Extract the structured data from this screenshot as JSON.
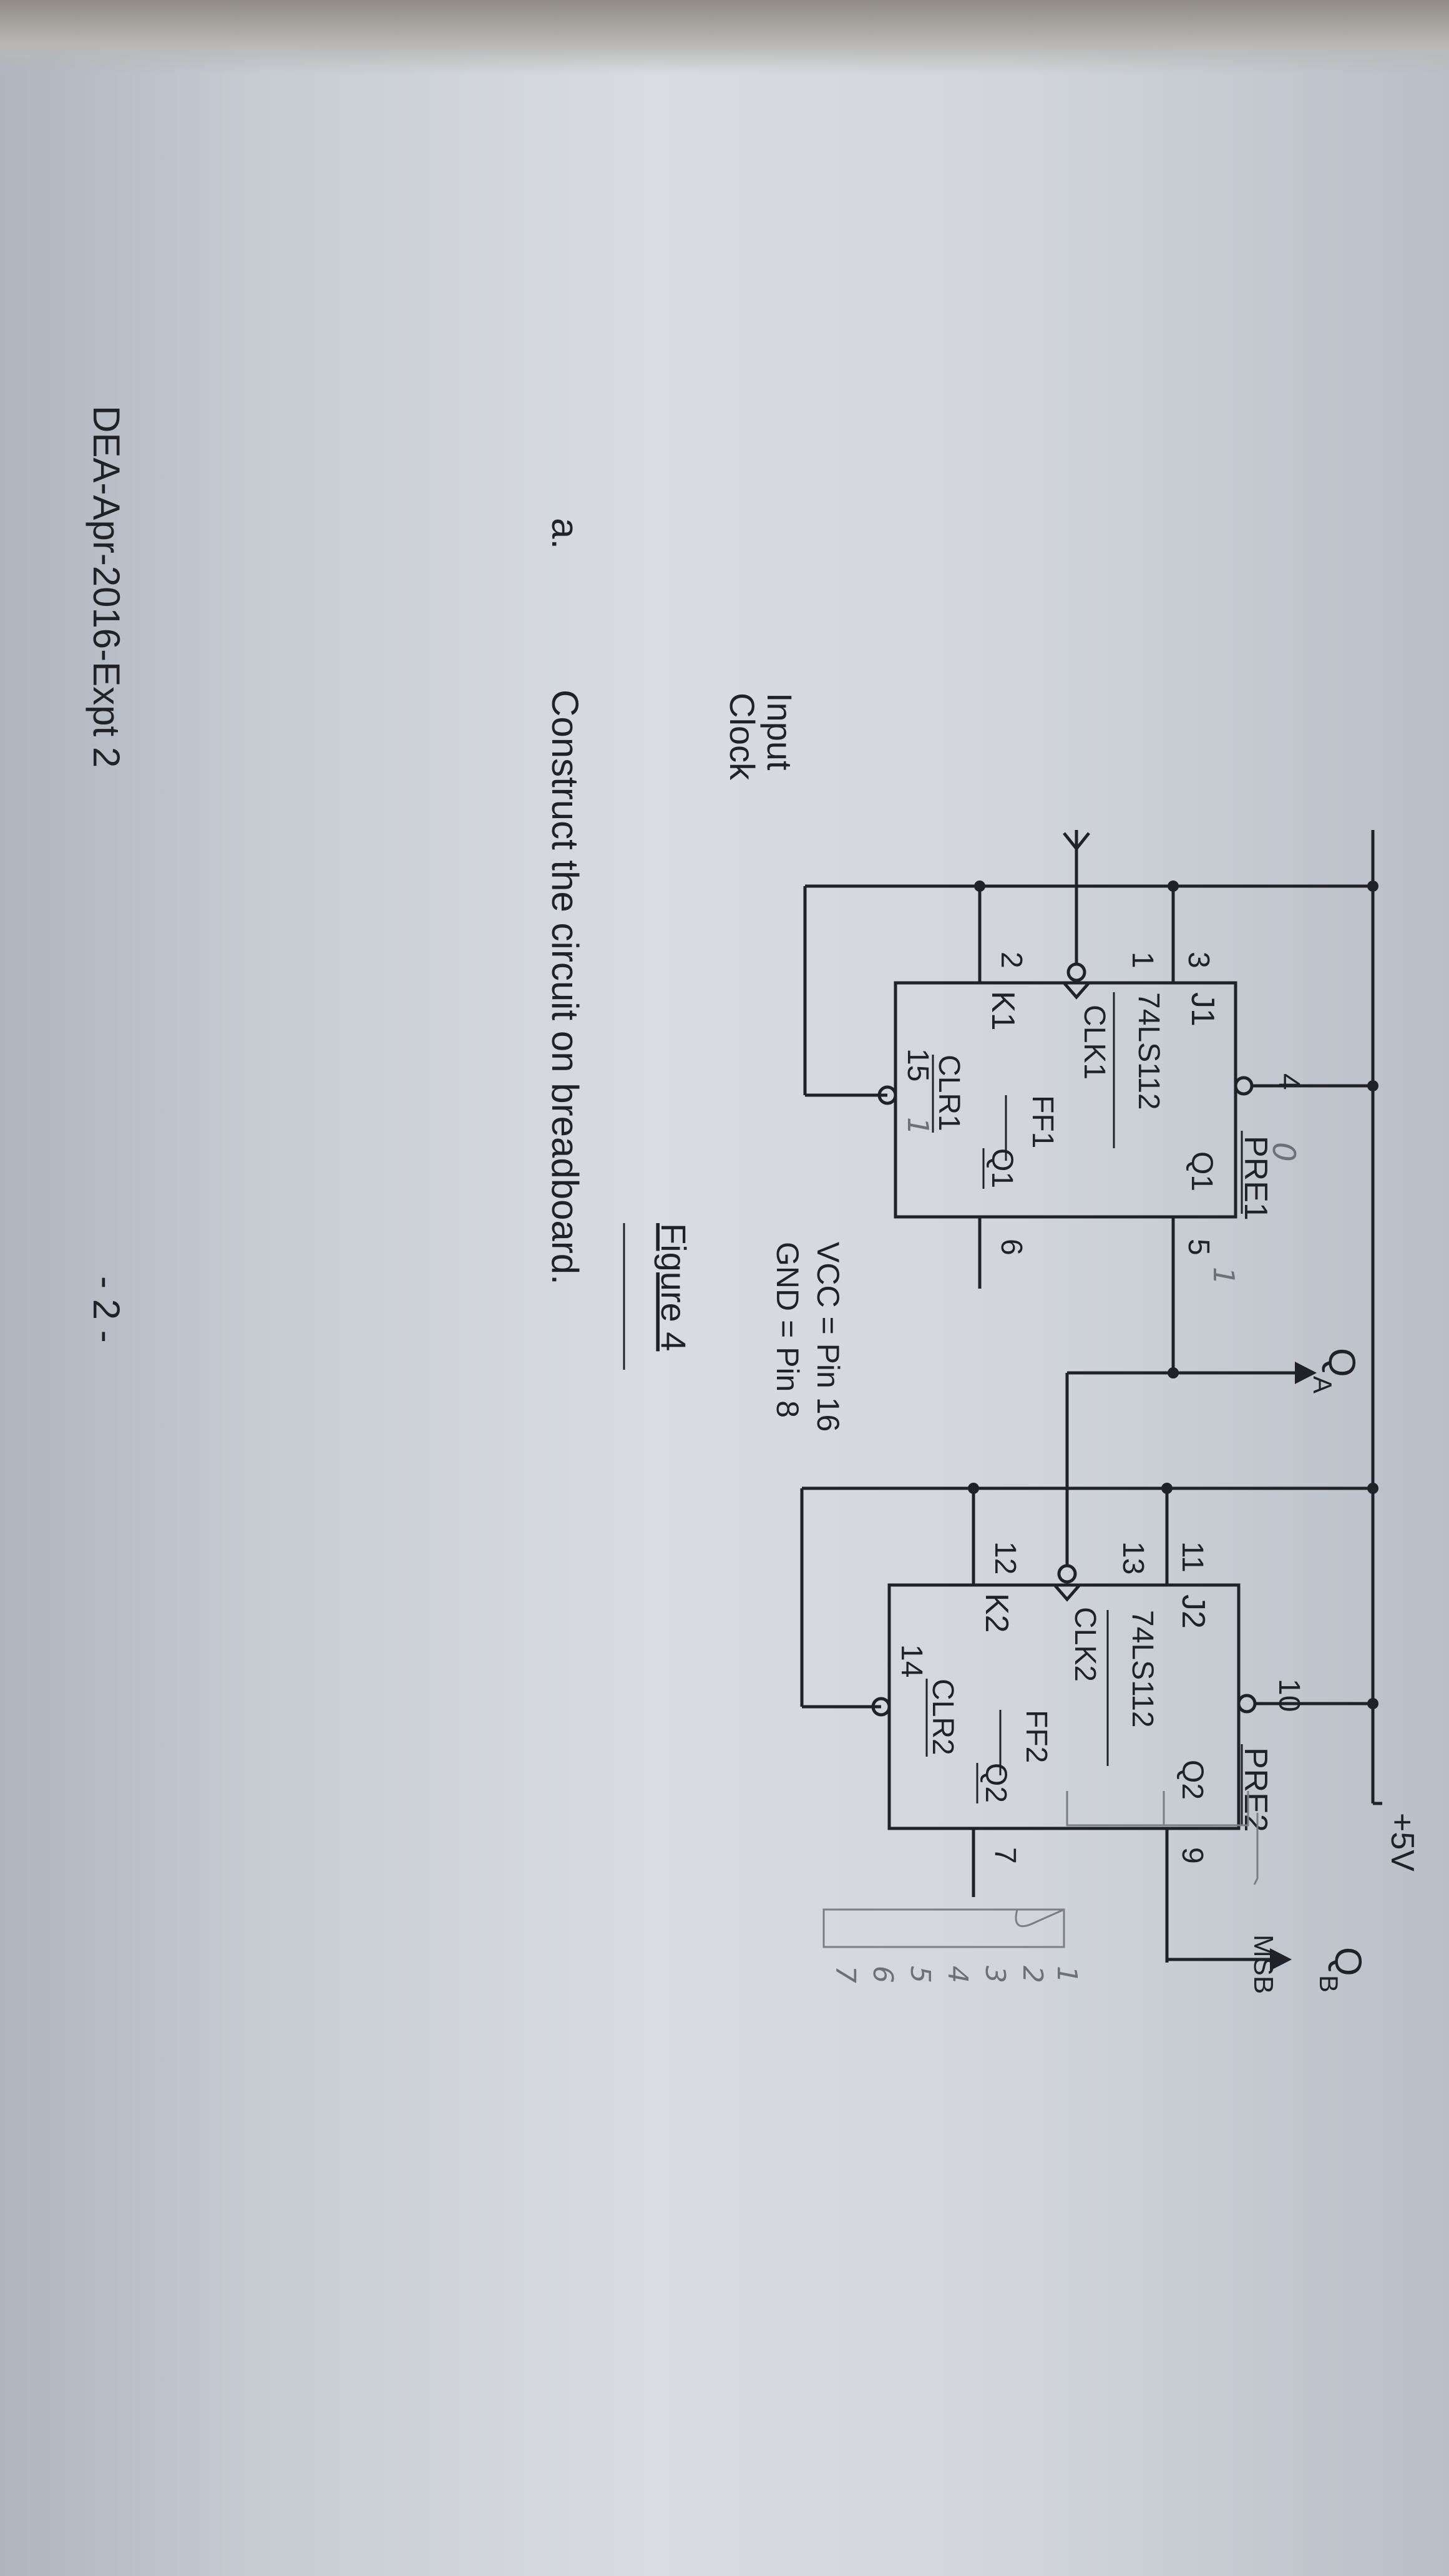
{
  "figure": {
    "caption": "Figure 4",
    "supply_label": "+5V",
    "input_label_line1": "Input",
    "input_label_line2": "Clock",
    "qa_label": "Q",
    "qa_sub": "A",
    "qb_label": "Q",
    "qb_sub": "B",
    "msb_label": "MSB",
    "vcc_note": "VCC = Pin 16",
    "gnd_note": "GND = Pin 8"
  },
  "ff1": {
    "pre": "PRE1",
    "j": "J1",
    "chip": "74LS112",
    "clk": "CLK1",
    "name": "FF1",
    "k": "K1",
    "clr": "CLR1",
    "q": "Q1",
    "qbar": "Q1",
    "pins": {
      "pre": "4",
      "j": "3",
      "clk": "1",
      "k": "2",
      "clr": "15",
      "q": "5",
      "qbar": "6"
    }
  },
  "ff2": {
    "pre": "PRE2",
    "j": "J2",
    "chip": "74LS112",
    "clk": "CLK2",
    "name": "FF2",
    "k": "K2",
    "clr": "CLR2",
    "q": "Q2",
    "qbar": "Q2",
    "pins": {
      "pre": "10",
      "j": "11",
      "clk": "13",
      "k": "12",
      "clr": "14",
      "q": "9",
      "qbar": "7"
    }
  },
  "annotations": {
    "pre1": "0",
    "q1": "1",
    "clr1": "1",
    "sketch_numbers": [
      "1",
      "2",
      "3",
      "4",
      "5",
      "6",
      "7"
    ]
  },
  "instructions": {
    "item_label": "a.",
    "item_text": "Construct the circuit on breadboard."
  },
  "footer": {
    "doc_id": "DEA-Apr-2016-Expt 2",
    "page": "- 2 -"
  }
}
